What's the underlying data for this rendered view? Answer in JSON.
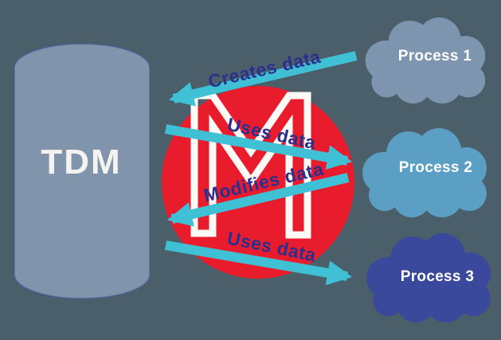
{
  "diagram": {
    "database": {
      "label": "TDM"
    },
    "logo": {
      "name": "m-monogram-logo"
    },
    "processes": [
      {
        "label": "Process 1",
        "color": "#7d95ae"
      },
      {
        "label": "Process 2",
        "color": "#5c9fc4"
      },
      {
        "label": "Process 3",
        "color": "#3a499c"
      }
    ],
    "flows": [
      {
        "label": "Creates data",
        "direction": "to-tdm"
      },
      {
        "label": "Uses data",
        "direction": "to-process"
      },
      {
        "label": "Modifies data",
        "direction": "to-tdm"
      },
      {
        "label": "Uses data",
        "direction": "to-process"
      }
    ],
    "colors": {
      "background": "#4a5f6a",
      "cylinder": "#8095ab",
      "circle": "#e81c2d",
      "logo_stroke": "#fdf9f5",
      "arrow": "#3fc0d5",
      "flow_label_text": "#2b2f8e",
      "shape_text": "#ffffff"
    }
  }
}
